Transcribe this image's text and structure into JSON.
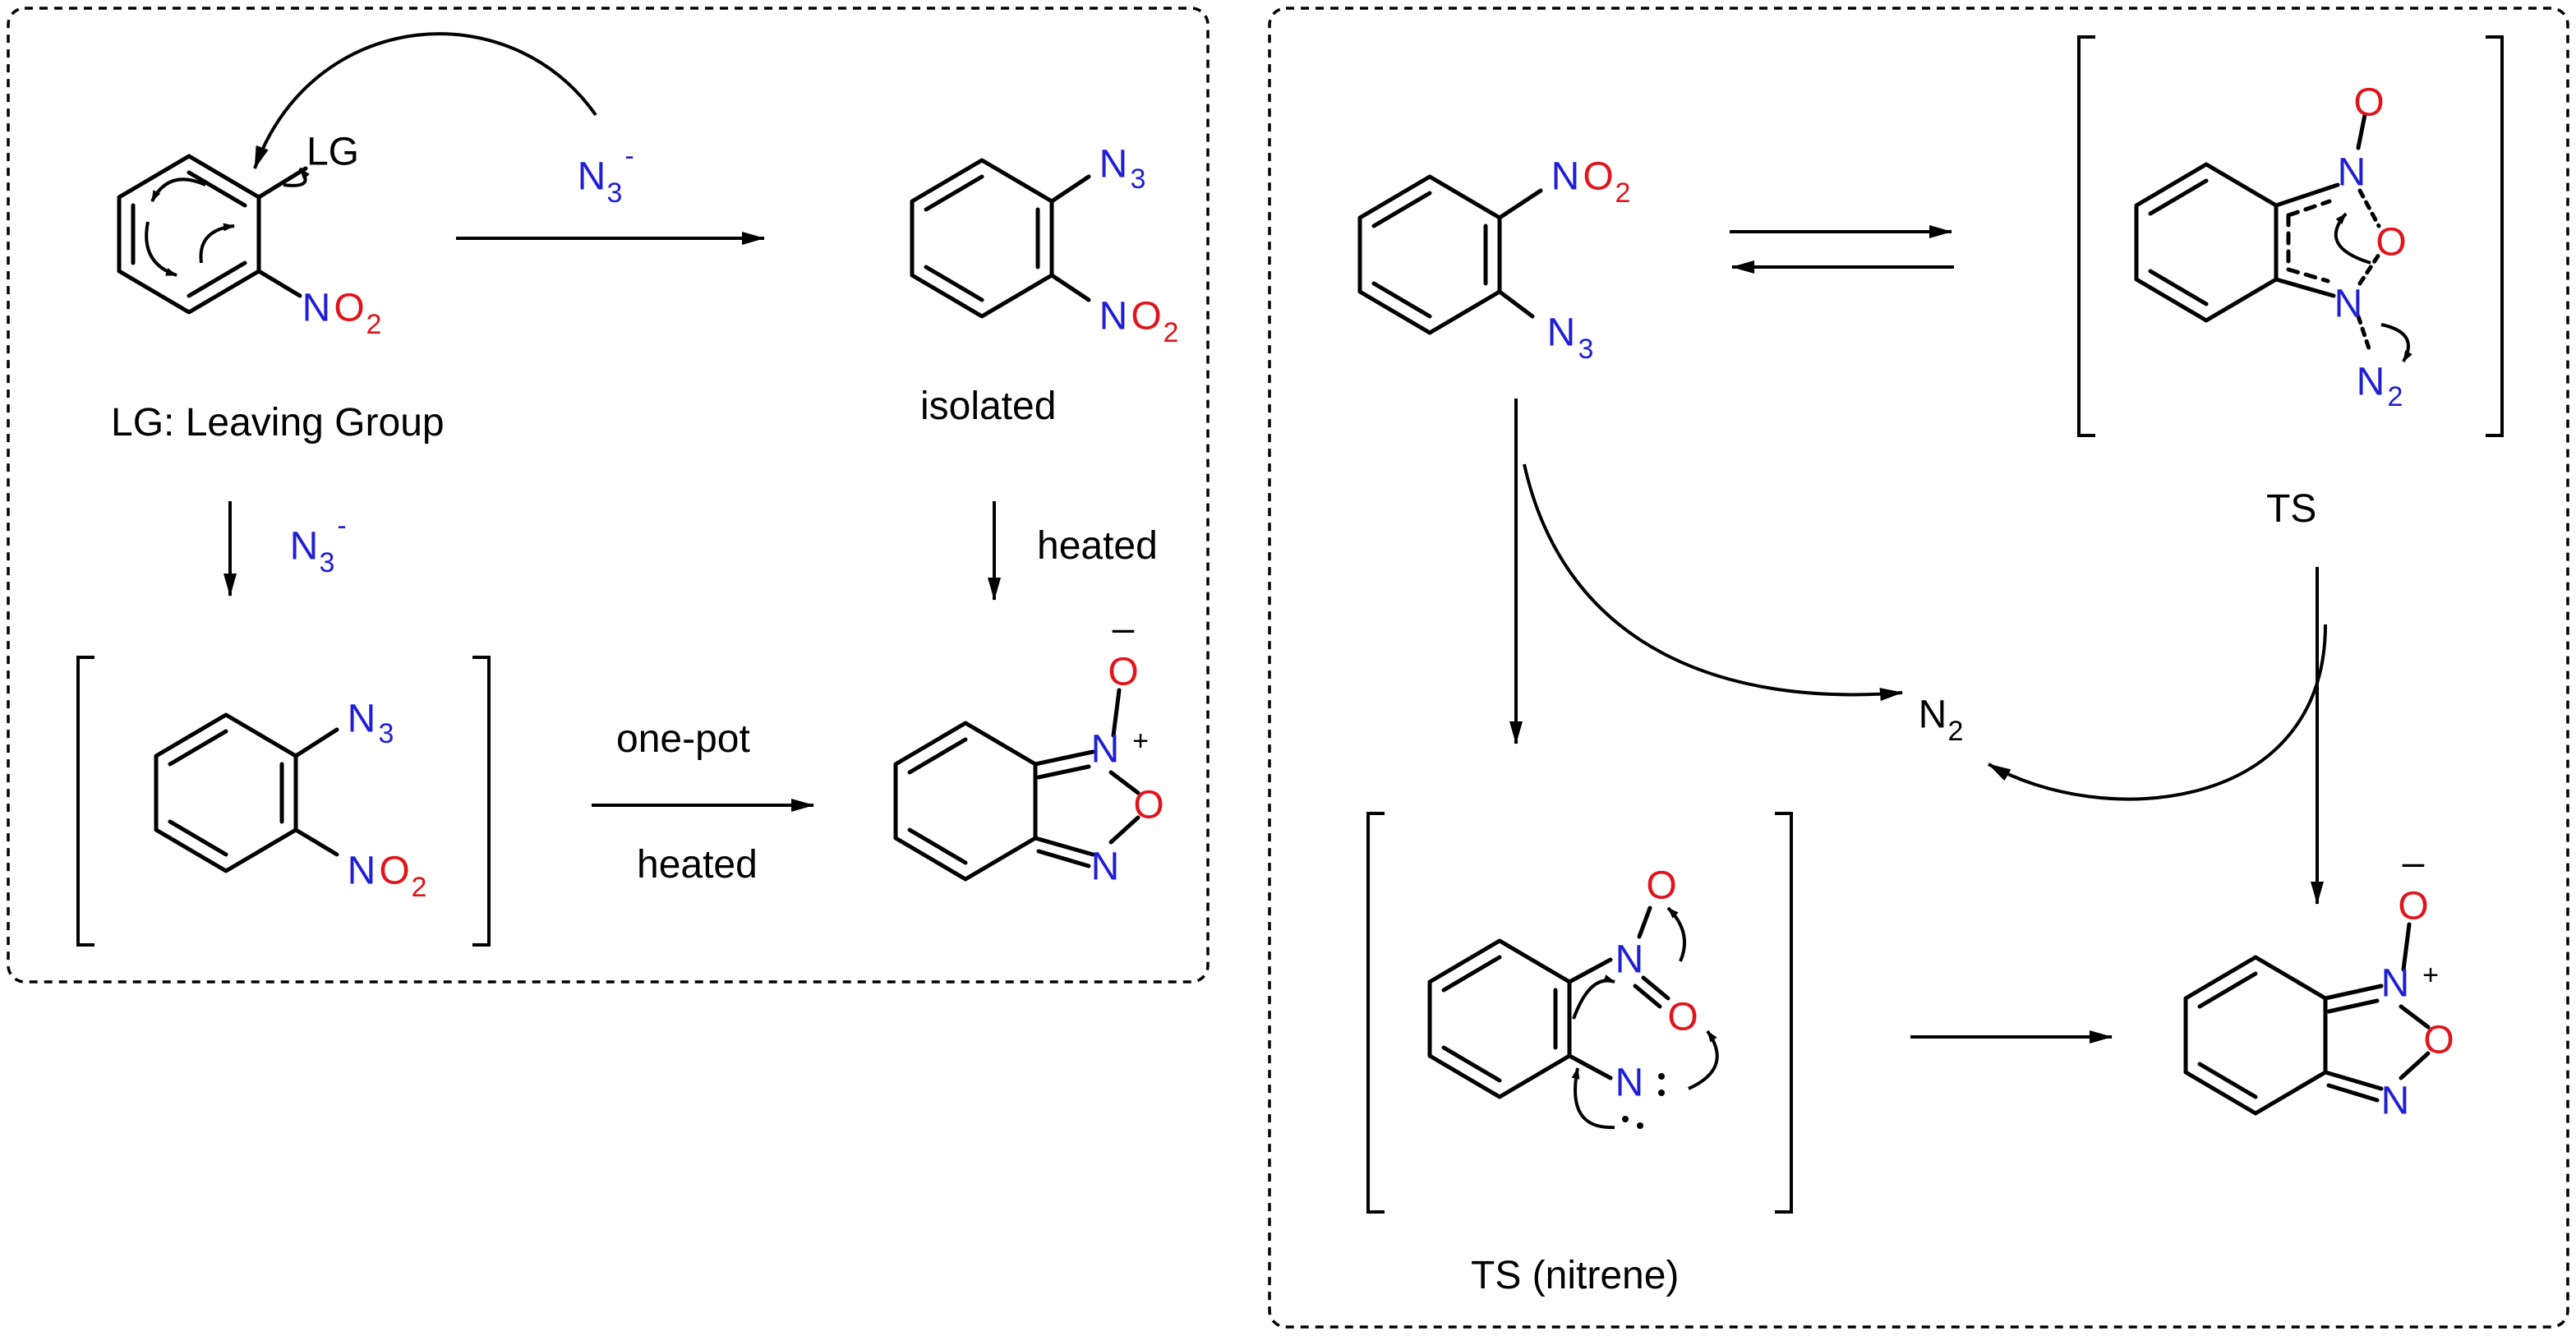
{
  "colors": {
    "nitrogen": "#1f1fd4",
    "oxygen": "#e0141a",
    "ink": "#000000"
  },
  "labels": {
    "lg": "LG",
    "lg_legend": "LG: Leaving Group",
    "azide_top": "N3-",
    "azide_left": "N3-",
    "isolated": "isolated",
    "heated_right": "heated",
    "one_pot": "one-pot",
    "heated_bottom": "heated",
    "n2_byproduct": "N2",
    "ts": "TS",
    "ts_nitrene": "TS (nitrene)"
  },
  "atoms": {
    "N": "N",
    "O": "O",
    "N3": "N3",
    "NO2": "NO2",
    "N2": "N2",
    "plus": "+",
    "minus": "–",
    "minus_small": "-"
  }
}
